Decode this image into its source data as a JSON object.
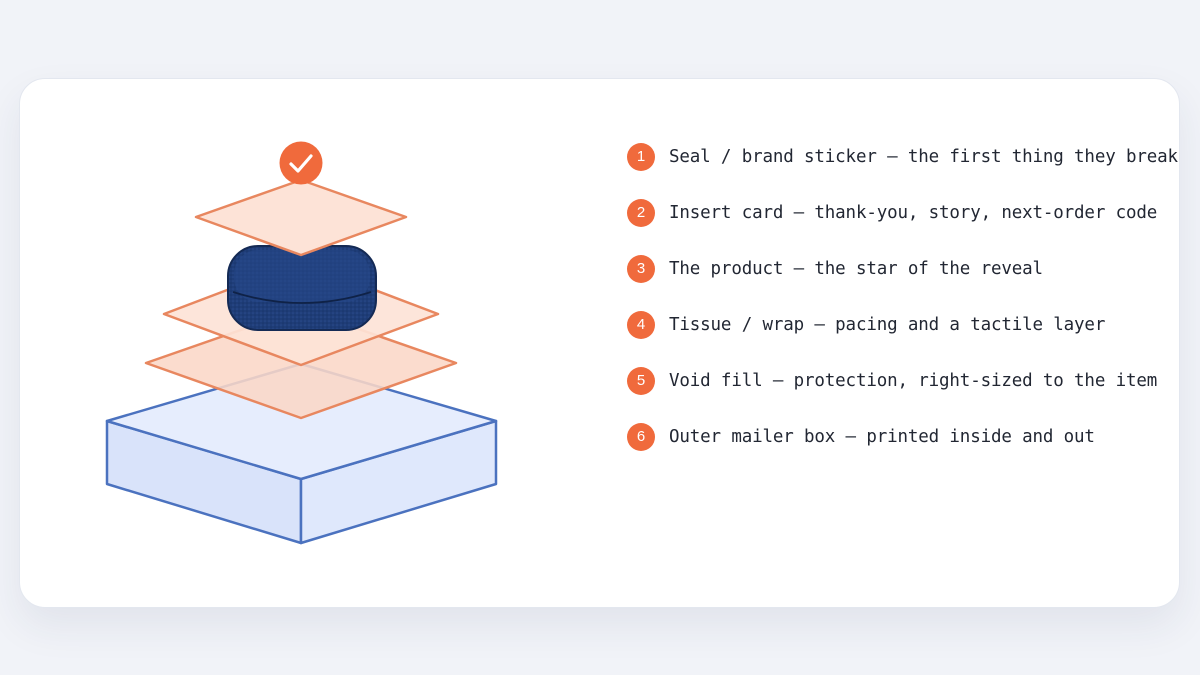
{
  "colors": {
    "accent": "#f06a3c",
    "layer_fill": "#fde3d7",
    "layer_stroke": "#e8875f",
    "box_fill": "#dbe5fb",
    "box_stroke": "#4b72bf",
    "product": "#1d3a72"
  },
  "diagram": {
    "top_icon": "checkmark-icon"
  },
  "steps": [
    {
      "number": "1",
      "text": "Seal / brand sticker – the first thing they break"
    },
    {
      "number": "2",
      "text": "Insert card – thank-you, story, next-order code"
    },
    {
      "number": "3",
      "text": "The product – the star of the reveal"
    },
    {
      "number": "4",
      "text": "Tissue / wrap – pacing and a tactile layer"
    },
    {
      "number": "5",
      "text": "Void fill – protection, right-sized to the item"
    },
    {
      "number": "6",
      "text": "Outer mailer box – printed inside and out"
    }
  ]
}
